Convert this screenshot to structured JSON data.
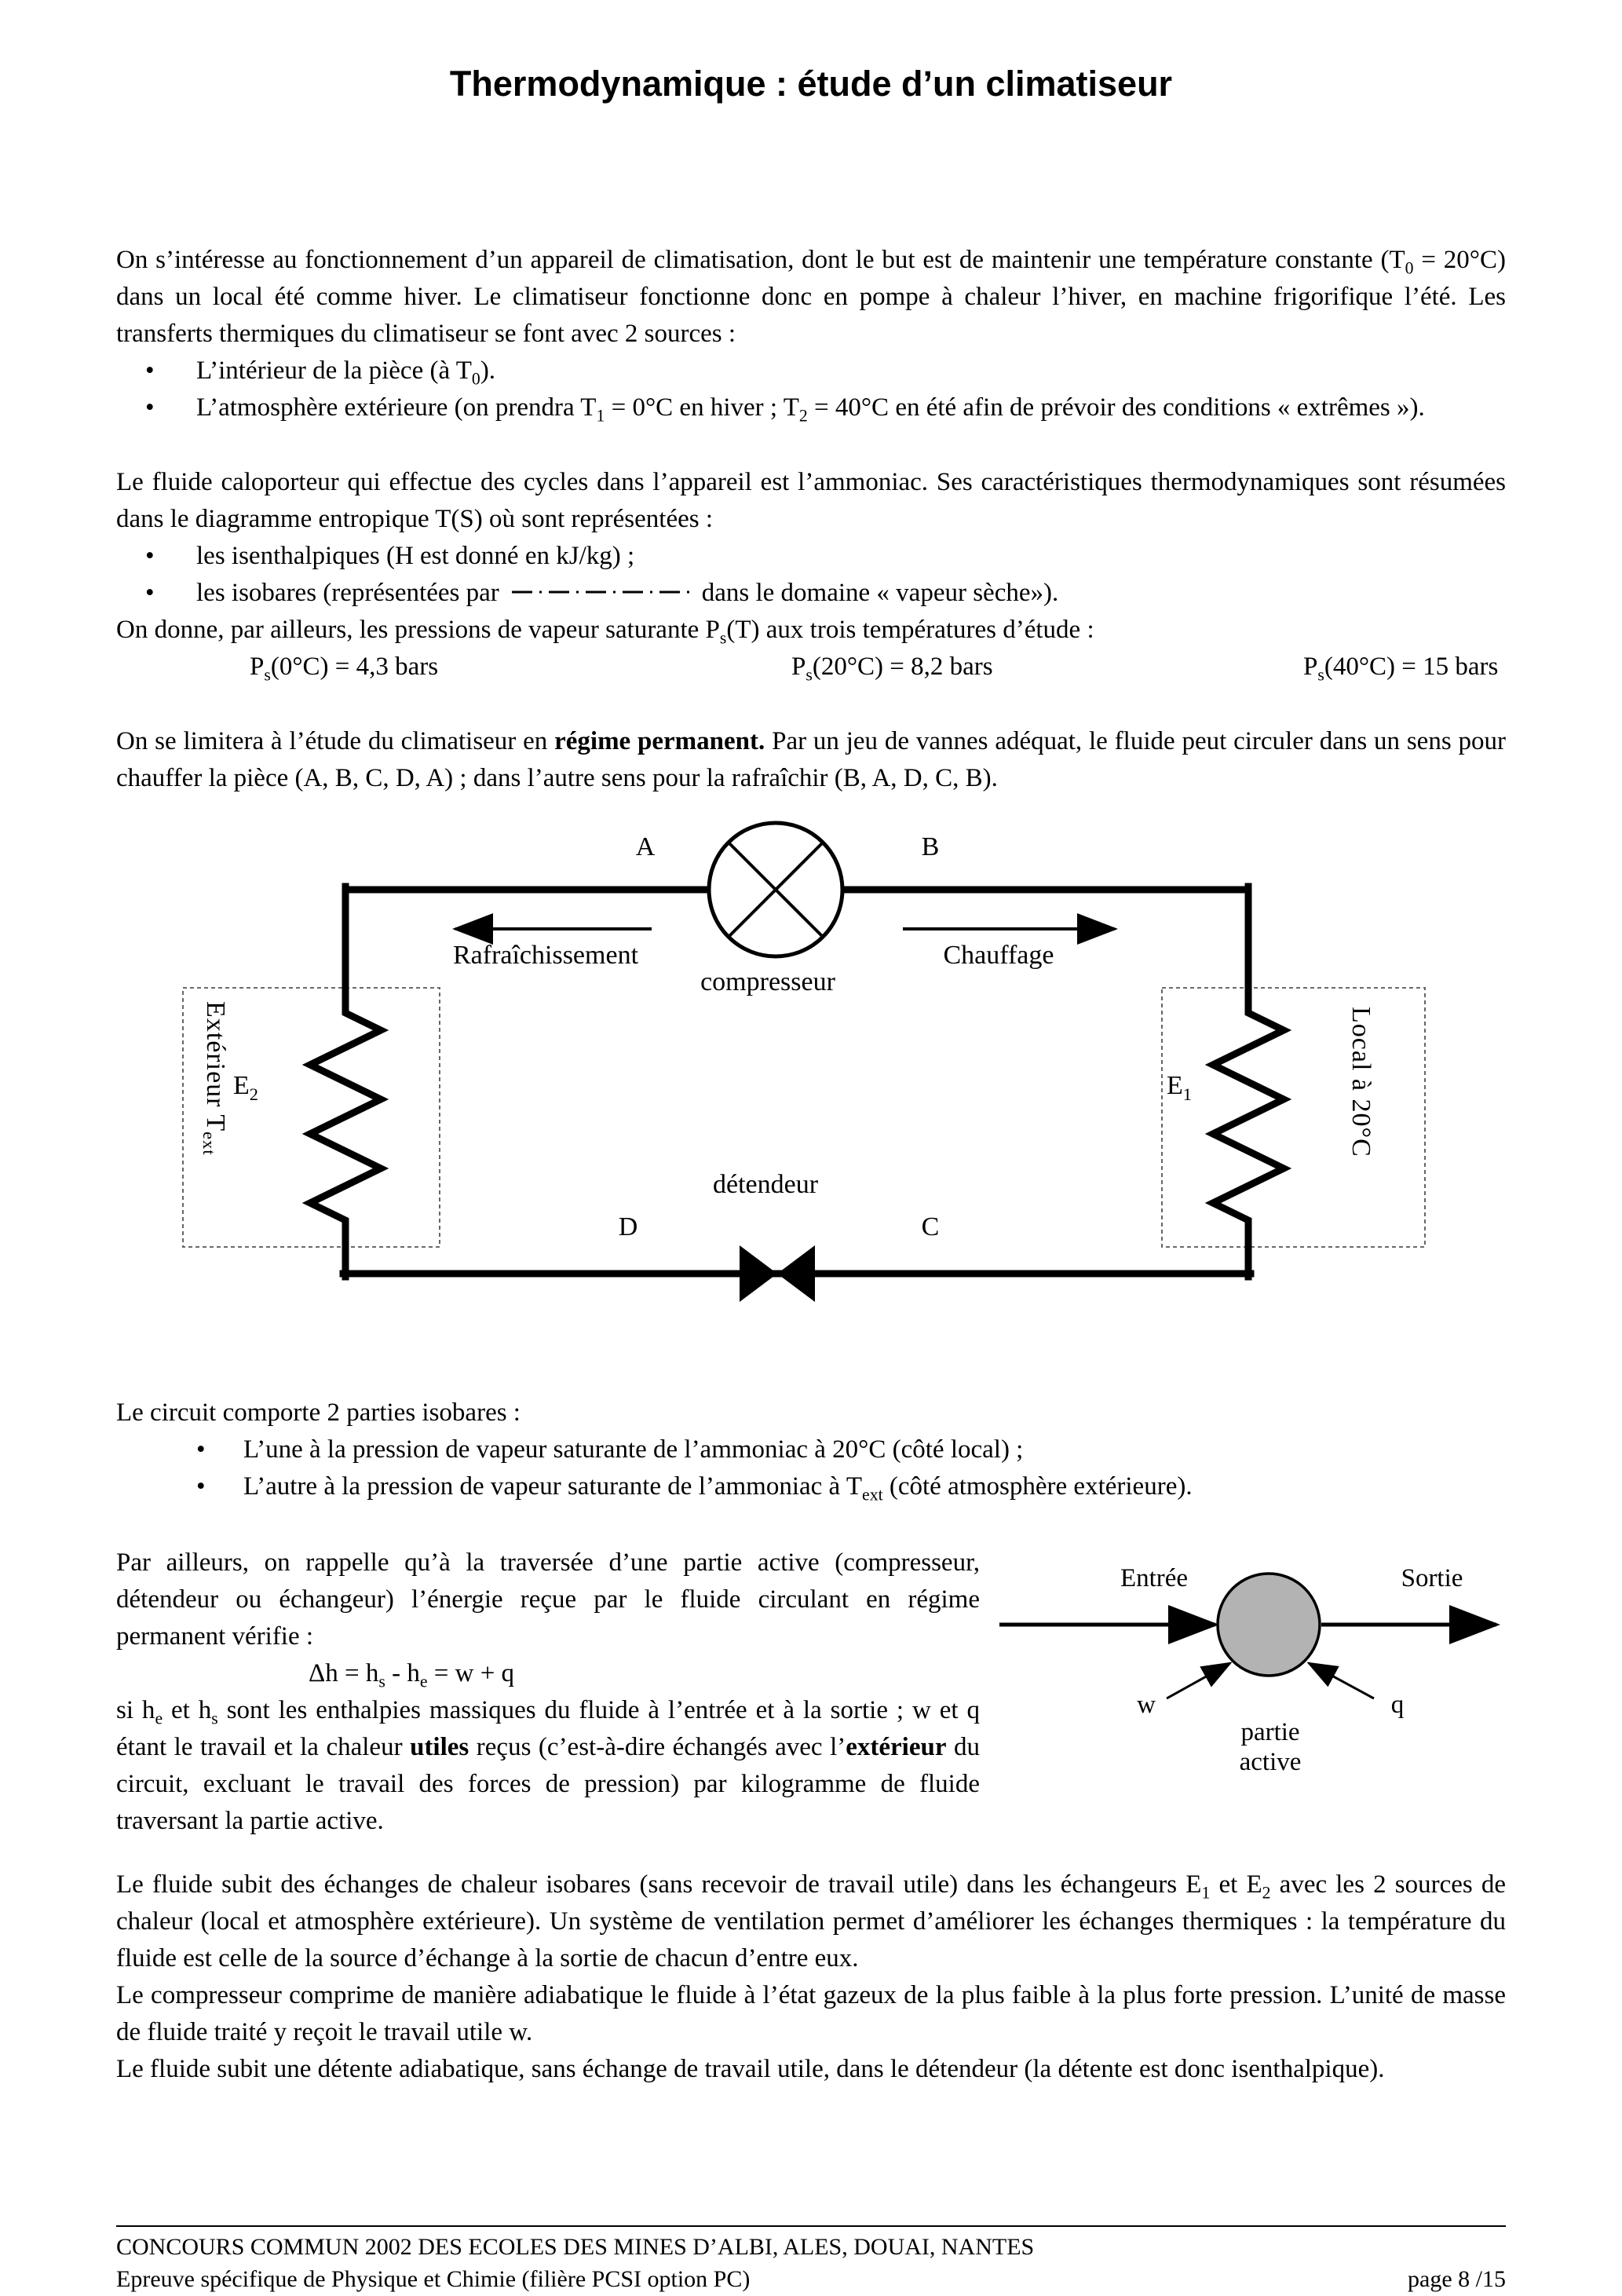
{
  "ui": {
    "bullet": "•"
  },
  "doc": {
    "title": "Thermodynamique : étude d’un climatiseur"
  },
  "intro": {
    "p1": "On s’intéresse au fonctionnement d’un appareil de climatisation, dont le but est de maintenir une température constante (T<sub>0</sub> = 20°C) dans un local été comme hiver. Le climatiseur fonctionne donc en pompe à chaleur l’hiver, en machine frigorifique l’été. Les transferts thermiques du climatiseur se font avec 2 sources :",
    "bullets": [
      "L’intérieur de la pièce (à T<sub>0</sub>).",
      "L’atmosphère extérieure (on prendra T<sub>1</sub> = 0°C en hiver ; T<sub>2</sub> = 40°C en été afin de prévoir des conditions « extrêmes »)."
    ]
  },
  "fluid": {
    "p": "Le fluide caloporteur qui effectue des cycles dans l’appareil est l’ammoniac. Ses caractéristiques thermodynamiques sont résumées dans le diagramme entropique T(S) où sont représentées :",
    "bullet_isenthalpiques": "les isenthalpiques (H est donné en kJ/kg) ;",
    "bullet_isobares_pre": "les isobares (représentées par",
    "bullet_isobares_post": "dans le domaine « vapeur sèche»).",
    "pressures_intro": "On donne, par ailleurs, les pressions de vapeur saturante P<sub>s</sub>(T) aux trois températures d’étude :",
    "pressures": [
      "P<sub>s</sub>(0°C) = 4,3 bars",
      "P<sub>s</sub>(20°C) = 8,2 bars",
      "P<sub>s</sub>(40°C) = 15 bars"
    ]
  },
  "regime": {
    "p": "On se limitera à l’étude du climatiseur en <b>régime permanent.</b> Par un jeu de vannes adéquat, le fluide peut circuler dans un sens pour chauffer la pièce (A, B, C, D, A) ; dans l’autre sens pour la rafraîchir (B, A, D, C, B)."
  },
  "circuit_diagram": {
    "node_a": "A",
    "node_b": "B",
    "node_c": "C",
    "node_d": "D",
    "compressor_label": "compresseur",
    "cooling_label": "Rafraîchissement",
    "heating_label": "Chauffage",
    "expander_label": "détendeur",
    "exchanger_left": "E<sub>2</sub>",
    "exchanger_right": "E<sub>1</sub>",
    "left_box_label": "Extérieur T<sub>ext</sub>",
    "right_box_label": "Local à 20°C"
  },
  "circuit": {
    "p": "Le circuit comporte 2 parties isobares :",
    "bullets": [
      "L’une à la pression de vapeur saturante de l’ammoniac à 20°C (côté local) ;",
      "L’autre à la pression de vapeur saturante de l’ammoniac à T<sub>ext</sub> (côté atmosphère extérieure)."
    ]
  },
  "active_part": {
    "p1": "Par ailleurs, on rappelle qu’à la traversée d’une partie active (compresseur, détendeur ou échangeur) l’énergie reçue par le fluide circulant en régime permanent vérifie :",
    "equation": "Δh = h<sub>s</sub> - h<sub>e</sub> = w + q",
    "p2": "si h<sub>e</sub> et h<sub>s</sub> sont les enthalpies massiques du fluide à l’entrée et à la sortie ; w et q étant le travail et la chaleur <b>utiles</b> reçus (c’est-à-dire échangés avec l’<b>extérieur</b> du circuit, excluant le travail des forces de pression) par kilogramme de fluide traversant la partie active.",
    "diagram": {
      "inlet": "Entrée",
      "outlet": "Sortie",
      "work": "w",
      "heat": "q",
      "caption_line1": "partie",
      "caption_line2": "active"
    }
  },
  "closing": {
    "p1": "Le fluide subit des échanges de chaleur isobares (sans recevoir de travail utile) dans les échangeurs E<sub>1</sub> et E<sub>2</sub> avec les 2 sources de chaleur (local et atmosphère extérieure). Un système de ventilation permet d’améliorer les échanges thermiques : la température du fluide est celle de la source d’échange à la sortie de chacun d’entre eux.",
    "p2": "Le compresseur comprime de manière adiabatique le fluide à l’état gazeux de la plus faible à la plus forte pression. L’unité de masse de fluide traité y reçoit le travail utile w.",
    "p3": "Le fluide subit une détente adiabatique, sans échange de travail utile, dans le détendeur (la détente est donc isenthalpique)."
  },
  "footer": {
    "line1": "CONCOURS COMMUN 2002 DES ECOLES DES MINES D’ALBI, ALES, DOUAI, NANTES",
    "line2": "Epreuve spécifique de Physique et Chimie (filière PCSI option PC)",
    "page": "page 8 /15"
  }
}
